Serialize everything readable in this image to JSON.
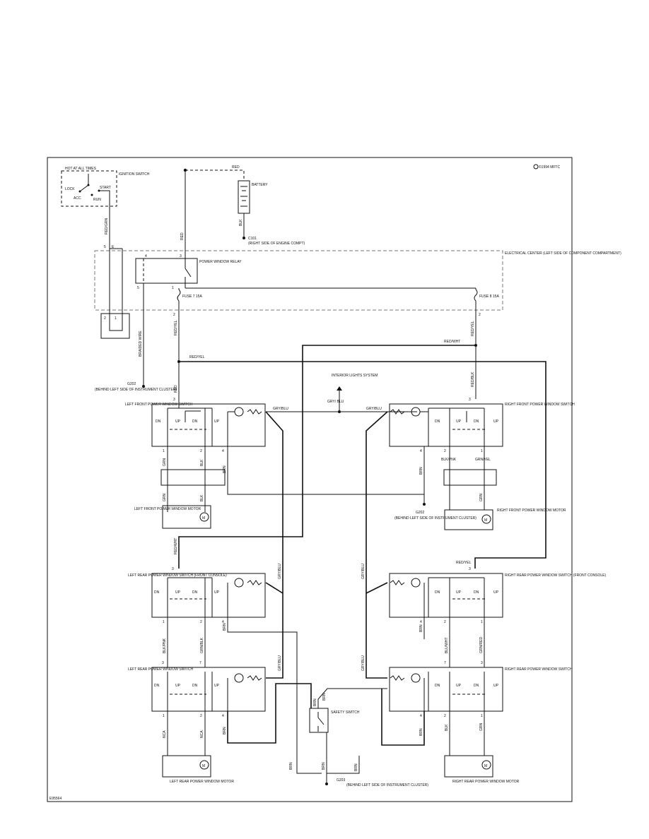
{
  "copyright": "©1994 MFTC",
  "figure_id": "E95564",
  "ignition": {
    "hot_label": "HOT AT ALL TIMES",
    "name": "IGNITION SWITCH",
    "pos_lock": "LOCK",
    "pos_acc": "ACC",
    "pos_run": "RUN",
    "pos_start": "START",
    "wire": "RED/GRN"
  },
  "battery": {
    "name": "BATTERY",
    "wire_top": "RED",
    "wire_bottom": "BLK",
    "ground": "C101",
    "ground_note": "(RIGHT SIDE OF ENGINE COMPT)"
  },
  "electrical_center": {
    "name": "ELECTRICAL CENTER (LEFT SIDE OF COMPONENT COMPARTMENT)",
    "relay": "POWER WINDOW RELAY",
    "fuse7": "FUSE 7 15A",
    "fuse8": "FUSE 8 15A",
    "pins": [
      "5",
      "E",
      "4",
      "3",
      "5",
      "1",
      "2",
      "3"
    ]
  },
  "wires": {
    "red": "RED",
    "red_yel": "RED/YEL",
    "red_wht": "RED/WHT",
    "red_blk": "RED/BLK",
    "gry_blu": "GRY/BLU",
    "grn": "GRN",
    "blk": "BLK",
    "brn": "BRN",
    "blk_pnk": "BLK/PNK",
    "grn_yel": "GRN/YEL",
    "grn_blk": "GRN/BLK",
    "blu_wht": "BLU/WHT",
    "grn_red": "GRN/RED",
    "nca": "NCA",
    "braided": "BRAIDED WIRE",
    "gry_blu_short": "GRY/ BLU"
  },
  "grounds": {
    "g202": "G202",
    "g202_note": "(BEHIND LEFT SIDE OF INSTRUMENT CLUSTER)",
    "g203": "G203"
  },
  "interior_lights": "INTERIOR LIGHTS SYSTEM",
  "switch_labels": {
    "dn": "DN",
    "up": "UP"
  },
  "components": {
    "lf_switch": "LEFT FRONT POWER WINDOW SWITCH",
    "rf_switch": "RIGHT FRONT POWER WINDOW SWITCH",
    "lf_motor": "LEFT FRONT POWER WINDOW MOTOR",
    "rf_motor": "RIGHT FRONT POWER WINDOW MOTOR",
    "lr_console": "LEFT REAR POWER WINDOW SWITCH (FRONT CONSOLE)",
    "rr_console": "RIGHT REAR POWER WINDOW SWITCH (FRONT CONSOLE)",
    "lr_switch": "LEFT REAR POWER WINDOW SWITCH",
    "rr_switch": "RIGHT REAR POWER WINDOW SWITCH",
    "lr_motor": "LEFT REAR POWER WINDOW MOTOR",
    "rr_motor": "RIGHT REAR POWER WINDOW MOTOR",
    "safety": "SAFETY SWITCH"
  }
}
